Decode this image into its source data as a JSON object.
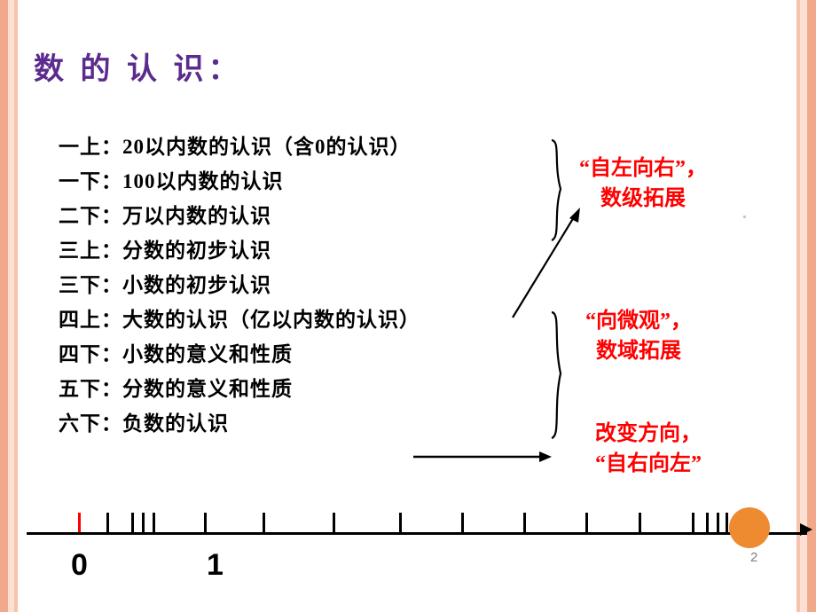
{
  "slide": {
    "title": "数 的 认 识：",
    "page_number": "2",
    "accent_color": "#ee8b30",
    "title_color": "#5b2b8e",
    "annotation_color": "#ff0000"
  },
  "list": {
    "items": [
      "一上：20以内数的认识（含0的认识）",
      "一下：100以内数的认识",
      "二下：万以内数的认识",
      "三上：分数的初步认识",
      "三下：小数的初步认识",
      "四上：大数的认识（亿以内数的认识）",
      "四下：小数的意义和性质",
      "五下：分数的意义和性质",
      "六下：负数的认识"
    ]
  },
  "annotations": [
    {
      "id": "annotation-1",
      "line1": "“自左向右”，",
      "line2": "数级拓展"
    },
    {
      "id": "annotation-2",
      "line1": "“向微观”，",
      "line2": "数域拓展"
    },
    {
      "id": "annotation-3",
      "line1": "改变方向，",
      "line2": "“自右向左”"
    }
  ],
  "number_line": {
    "label_zero": "0",
    "label_one": "1",
    "tick_positions": [
      88,
      120,
      148,
      160,
      172,
      230,
      296,
      375,
      450,
      520,
      590,
      660,
      720,
      780,
      796,
      808,
      818
    ]
  }
}
